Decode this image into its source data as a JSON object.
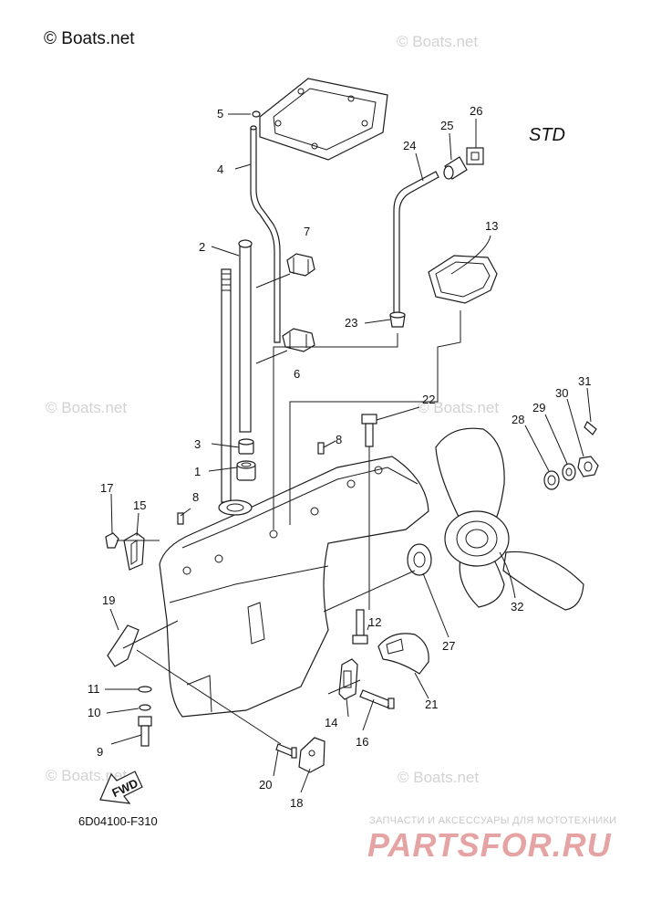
{
  "copyright": "© Boats.net",
  "watermark": "© Boats.net",
  "variant_label": "STD",
  "diagram_code": "6D04100-F310",
  "fwd_label": "FWD",
  "brand": {
    "subtitle": "ЗАПЧАСТИ И АКСЕССУАРЫ ДЛЯ МОТОТЕХНИКИ",
    "name": "PARTSFOR.RU"
  },
  "callouts": [
    "1",
    "2",
    "3",
    "4",
    "5",
    "6",
    "7",
    "8",
    "8",
    "9",
    "10",
    "11",
    "12",
    "13",
    "14",
    "15",
    "16",
    "17",
    "18",
    "19",
    "20",
    "21",
    "22",
    "23",
    "24",
    "25",
    "26",
    "27",
    "28",
    "29",
    "30",
    "31",
    "32"
  ]
}
